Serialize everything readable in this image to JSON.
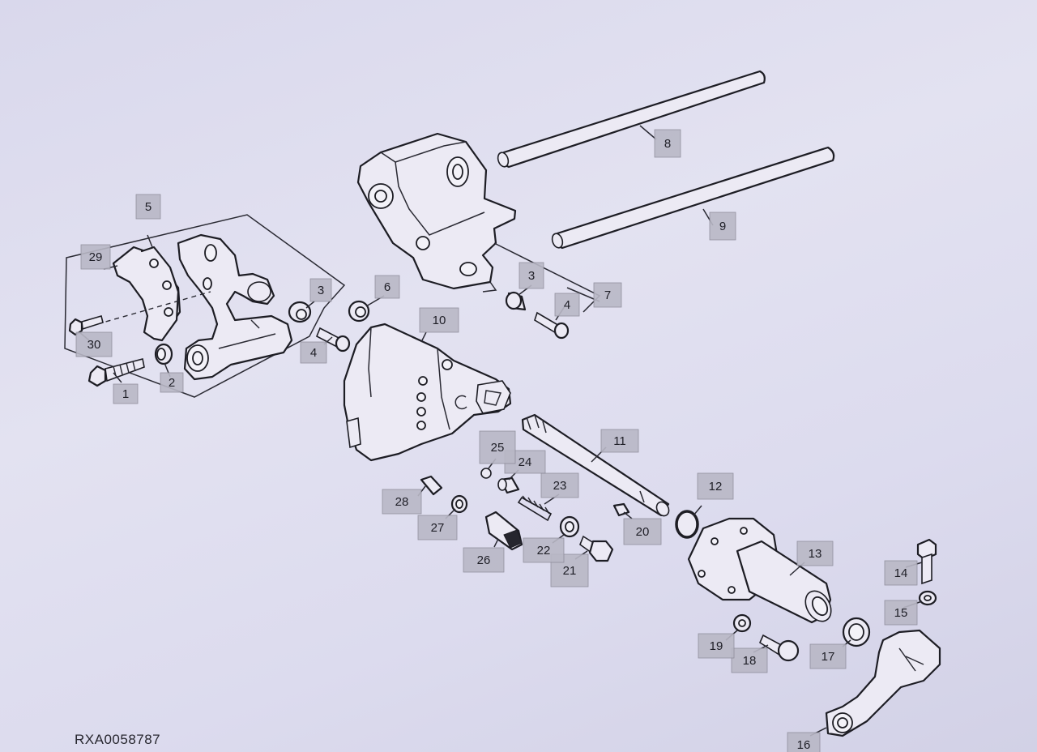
{
  "diagram": {
    "reference_code": "RXA0058787",
    "callouts": [
      {
        "id": "c1",
        "label": "1"
      },
      {
        "id": "c2",
        "label": "2"
      },
      {
        "id": "c3a",
        "label": "3"
      },
      {
        "id": "c3b",
        "label": "3"
      },
      {
        "id": "c4a",
        "label": "4"
      },
      {
        "id": "c4b",
        "label": "4"
      },
      {
        "id": "c5",
        "label": "5"
      },
      {
        "id": "c6",
        "label": "6"
      },
      {
        "id": "c7",
        "label": "7"
      },
      {
        "id": "c8",
        "label": "8"
      },
      {
        "id": "c9",
        "label": "9"
      },
      {
        "id": "c10",
        "label": "10"
      },
      {
        "id": "c11",
        "label": "11"
      },
      {
        "id": "c12",
        "label": "12"
      },
      {
        "id": "c13",
        "label": "13"
      },
      {
        "id": "c14",
        "label": "14"
      },
      {
        "id": "c15",
        "label": "15"
      },
      {
        "id": "c16",
        "label": "16"
      },
      {
        "id": "c17",
        "label": "17"
      },
      {
        "id": "c18",
        "label": "18"
      },
      {
        "id": "c19",
        "label": "19"
      },
      {
        "id": "c20",
        "label": "20"
      },
      {
        "id": "c21",
        "label": "21"
      },
      {
        "id": "c22",
        "label": "22"
      },
      {
        "id": "c23",
        "label": "23"
      },
      {
        "id": "c24",
        "label": "24"
      },
      {
        "id": "c25",
        "label": "25"
      },
      {
        "id": "c26",
        "label": "26"
      },
      {
        "id": "c27",
        "label": "27"
      },
      {
        "id": "c28",
        "label": "28"
      },
      {
        "id": "c29",
        "label": "29"
      },
      {
        "id": "c30",
        "label": "30"
      }
    ]
  }
}
